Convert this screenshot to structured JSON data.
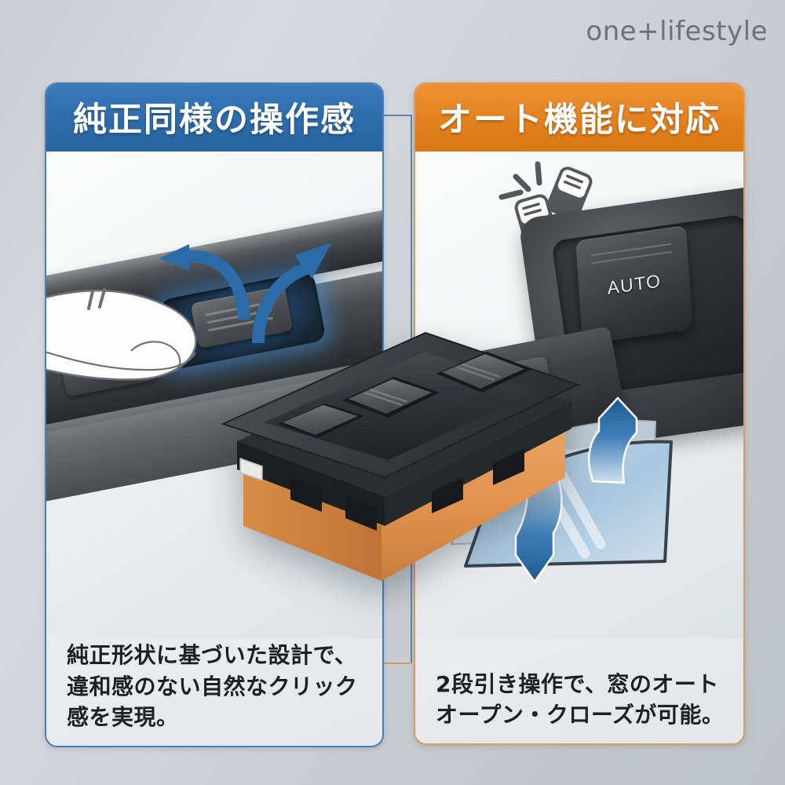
{
  "brand": {
    "logo_text": "one+lifestyle"
  },
  "colors": {
    "blue_header": "#2e6cab",
    "orange_header": "#e3811f",
    "blue_border": "#4a7fb5",
    "orange_border": "#dd9a5c",
    "background": "#cfd3d8",
    "arrow_blue": "#2b6ca8",
    "product_base": "#e0914d",
    "glow_blue": "#3c8cd7"
  },
  "panels": {
    "left": {
      "header": "純正同様の操作感",
      "caption_lines": [
        "純正形状に基づいた設計で、",
        "違和感のない自然なクリック",
        "感を実現。"
      ],
      "photo_alt": "finger-pressing-window-switch"
    },
    "right": {
      "header": "オート機能に対応",
      "caption_lines": [
        "2段引き操作で、窓のオート",
        "オープン・クローズが可能。"
      ],
      "auto_switch_label": "AUTO",
      "photo_alt": "auto-switch-and-window-diagram"
    }
  },
  "product": {
    "name": "power-window-switch-unit",
    "body_color": "#2e3134",
    "base_color": "#e0914d"
  }
}
